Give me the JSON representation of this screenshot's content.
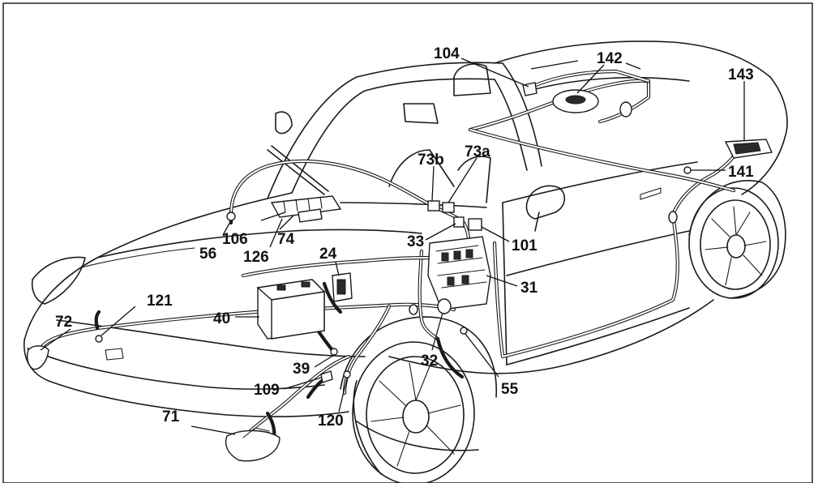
{
  "labels": [
    {
      "id": "104",
      "text": "104"
    },
    {
      "id": "142",
      "text": "142"
    },
    {
      "id": "143",
      "text": "143"
    },
    {
      "id": "73b",
      "text": "73b"
    },
    {
      "id": "73a",
      "text": "73a"
    },
    {
      "id": "141",
      "text": "141"
    },
    {
      "id": "56",
      "text": "56"
    },
    {
      "id": "106",
      "text": "106"
    },
    {
      "id": "74",
      "text": "74"
    },
    {
      "id": "126",
      "text": "126"
    },
    {
      "id": "33",
      "text": "33"
    },
    {
      "id": "101",
      "text": "101"
    },
    {
      "id": "24",
      "text": "24"
    },
    {
      "id": "31",
      "text": "31"
    },
    {
      "id": "121",
      "text": "121"
    },
    {
      "id": "40",
      "text": "40"
    },
    {
      "id": "72",
      "text": "72"
    },
    {
      "id": "39",
      "text": "39"
    },
    {
      "id": "32",
      "text": "32"
    },
    {
      "id": "109",
      "text": "109"
    },
    {
      "id": "55",
      "text": "55"
    },
    {
      "id": "120",
      "text": "120"
    },
    {
      "id": "71",
      "text": "71"
    }
  ]
}
